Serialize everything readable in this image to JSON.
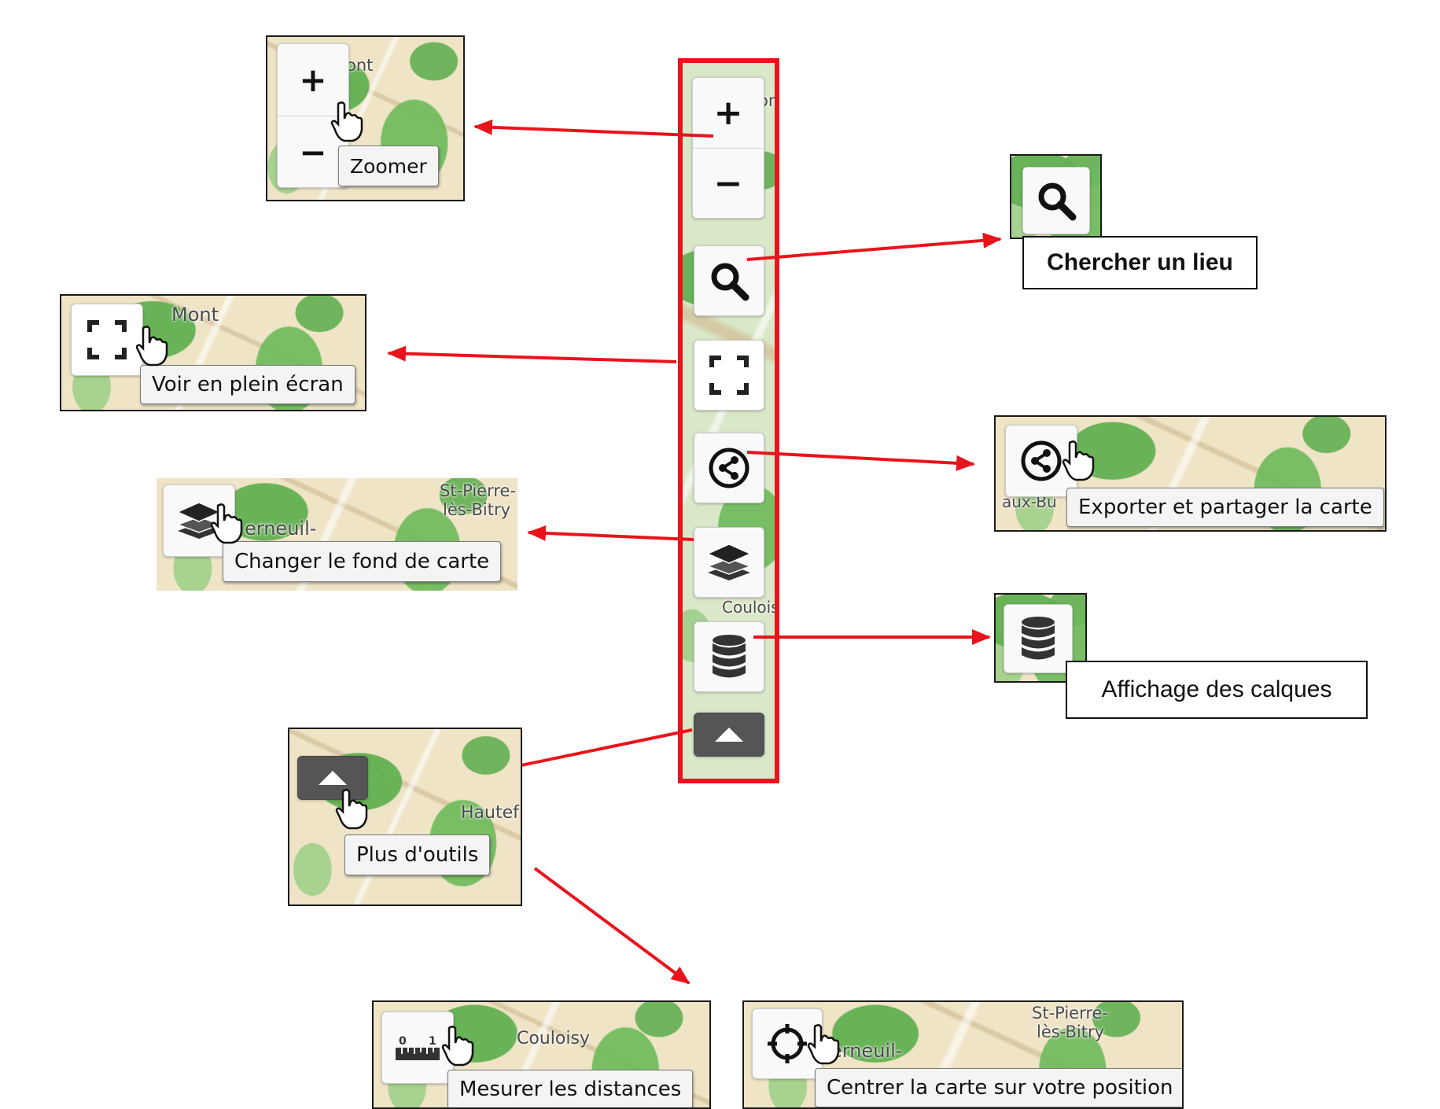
{
  "toolbar": {
    "zoom_in": "+",
    "zoom_out": "−"
  },
  "map_labels": {
    "mont": "Mont",
    "ont": "ont",
    "st_pierre": "St-Pierre-",
    "les_bitry": "lès-Bitry",
    "verneuil": "erneuil-",
    "couloisy": "Couloisy",
    "hautef": "Hautef",
    "aux_bu": "aux-Bu"
  },
  "tooltips": {
    "zoom": "Zoomer",
    "search": "Chercher un lieu",
    "fullscreen": "Voir en plein écran",
    "share": "Exporter et partager la carte",
    "basemap": "Changer le fond de carte",
    "layers": "Affichage des calques",
    "more_tools": "Plus d'outils",
    "measure": "Mesurer les distances",
    "center": "Centrer la carte sur votre position"
  },
  "colors": {
    "highlight_border": "#e8141c",
    "arrow": "#e8141c",
    "forest": "#62b052",
    "land": "#efe4c6",
    "button_dark": "#555555"
  },
  "icons": {
    "search": "magnifier-icon",
    "fullscreen": "fullscreen-icon",
    "share": "share-icon",
    "basemap": "layers-stack-icon",
    "layers": "database-icon",
    "more_tools": "triangle-up-icon",
    "measure": "ruler-icon",
    "center": "crosshair-icon",
    "cursor": "hand-pointer-icon"
  }
}
